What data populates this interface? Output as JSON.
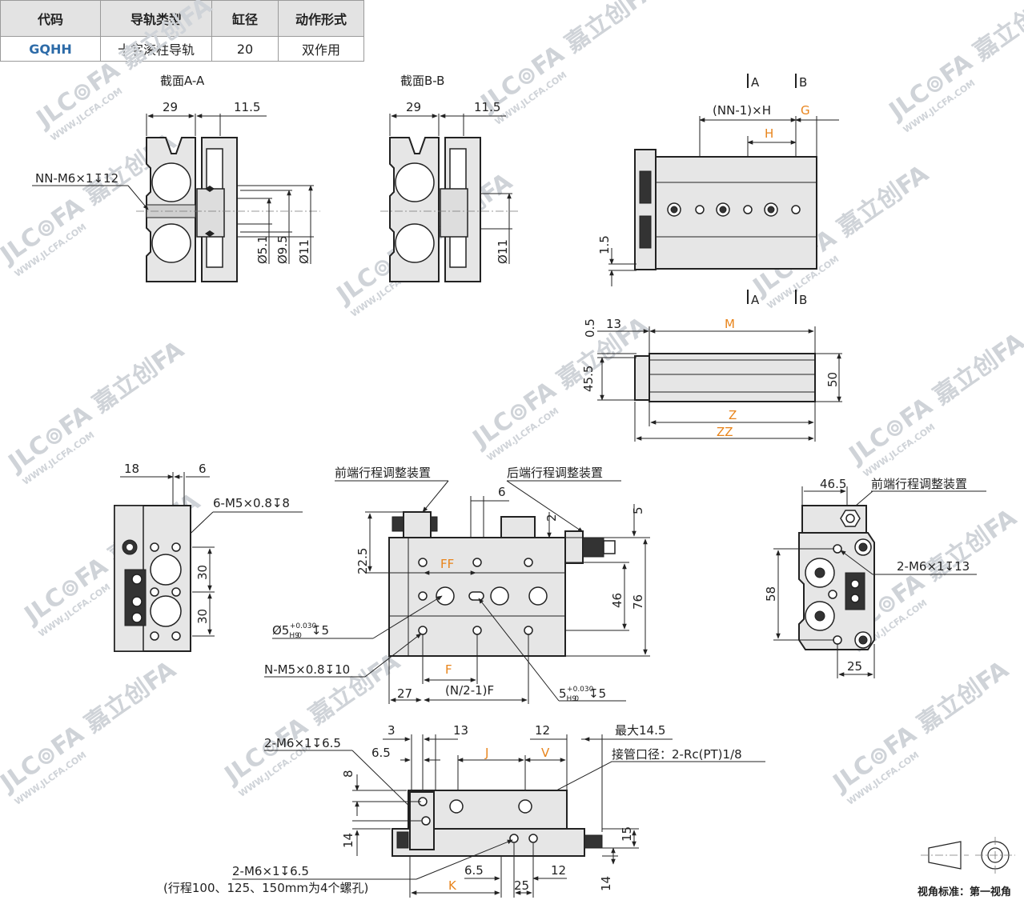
{
  "table": {
    "headers": [
      "代码",
      "导轨类型",
      "缸径",
      "动作形式"
    ],
    "row": [
      "GQHH",
      "十字滚柱导轨",
      "20",
      "双作用"
    ]
  },
  "watermark": "JLC⊚FA 嘉立创FA",
  "watermark_sub": "WWW.JLCFA.COM",
  "section_aa": {
    "title": "截面A-A",
    "d1": "29",
    "d2": "11.5",
    "callout": "NN-M6×1↧12",
    "callout_nn": "NN",
    "callout_rest": "-M6×1↧12",
    "dia1": "Ø5.1",
    "dia2": "Ø9.5",
    "dia3": "Ø11"
  },
  "section_bb": {
    "title": "截面B-B",
    "d1": "29",
    "d2": "11.5",
    "dia": "Ø11"
  },
  "top_view": {
    "a": "A",
    "b": "B",
    "pitch_open": "(",
    "pitch_nn": "NN",
    "pitch_mid": "-1)×",
    "pitch_h": "H",
    "g": "G",
    "h": "H",
    "d15": "1.5"
  },
  "side_view": {
    "d05": "0.5",
    "d13": "13",
    "m": "M",
    "d455": "45.5",
    "d50": "50",
    "z": "Z",
    "zz": "ZZ"
  },
  "end_left": {
    "d18": "18",
    "d6": "6",
    "callout": "6-M5×0.8↧8",
    "d30a": "30",
    "d30b": "30"
  },
  "front_view": {
    "front_adj": "前端行程调整装置",
    "rear_adj": "后端行程调整装置",
    "d6": "6",
    "d2": "2",
    "d5": "5",
    "d225": "22.5",
    "ff": "FF",
    "d46": "46",
    "d76": "76",
    "pin_hole": "Ø5H9 +0.030/0 ↧5",
    "n_callout_n": "N",
    "n_callout_rest": "-M5×0.8↧10",
    "f": "F",
    "d27": "27",
    "n2_open": "(",
    "n2_n": "N",
    "n2_mid": "/2-1)",
    "n2_f": "F",
    "slot": "5H9 +0.030/0 ↧5",
    "h9": "H9",
    "tol_up": "+0.030",
    "tol_lo": "0",
    "depth5": "↧5",
    "dia": "Ø5",
    "five": "5"
  },
  "end_right": {
    "d465": "46.5",
    "front_adj": "前端行程调整装置",
    "callout": "2-M6×1↧13",
    "d58": "58",
    "d25": "25"
  },
  "bottom_view": {
    "callout1": "2-M6×1↧6.5",
    "d3": "3",
    "d13": "13",
    "d12": "12",
    "max": "最大14.5",
    "d65a": "6.5",
    "j": "J",
    "v": "V",
    "port": "接管口径：2-Rc(PT)1/8",
    "d8": "8",
    "d14a": "14",
    "d15": "15",
    "callout2": "2-M6×1↧6.5",
    "callout2_note": "(行程100、125、150mm为4个螺孔)",
    "d65b": "6.5",
    "d12b": "12",
    "k": "K",
    "d25": "25",
    "d14b": "14"
  },
  "projection": {
    "label": "视角标准：第一视角"
  }
}
